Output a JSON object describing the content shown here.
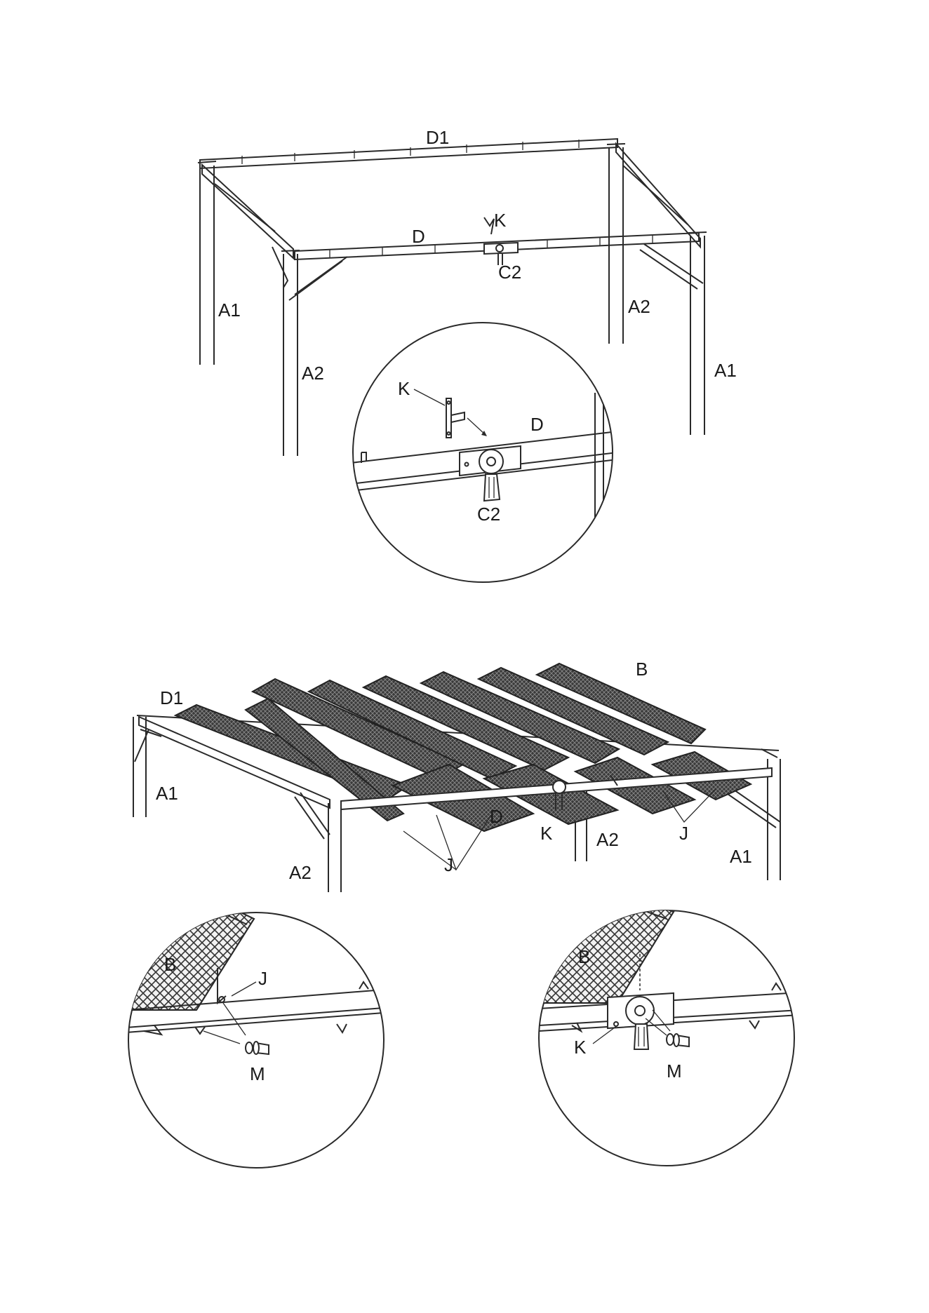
{
  "labels": {
    "d1": "D1",
    "k": "K",
    "d": "D",
    "c2": "C2",
    "a1": "A1",
    "a2": "A2",
    "b": "B",
    "j": "J",
    "m": "M"
  },
  "colors": {
    "line": "#2a2a2a",
    "mesh_dark": "#3a3a3a",
    "background": "#ffffff"
  }
}
